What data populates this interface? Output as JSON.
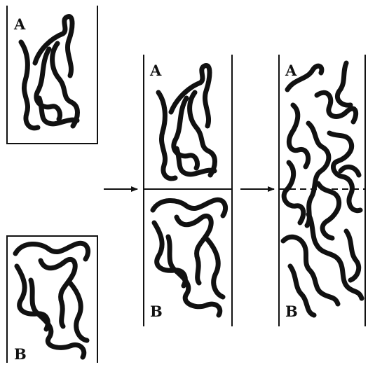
{
  "colors": {
    "ink": "#111111",
    "background": "#ffffff"
  },
  "diagram": {
    "panels": {
      "a_alone": {
        "label": "A"
      },
      "b_alone": {
        "label": "B"
      },
      "contact": {
        "label_top": "A",
        "label_bottom": "B"
      },
      "interdiffused": {
        "label_top": "A",
        "label_bottom": "B"
      }
    },
    "arrows": [
      {
        "name": "arrow-to-contact"
      },
      {
        "name": "arrow-to-interdiffusion"
      }
    ],
    "interface_lines": [
      {
        "name": "contact-interface",
        "style": "solid"
      },
      {
        "name": "healed-interface",
        "style": "dashed"
      }
    ]
  }
}
